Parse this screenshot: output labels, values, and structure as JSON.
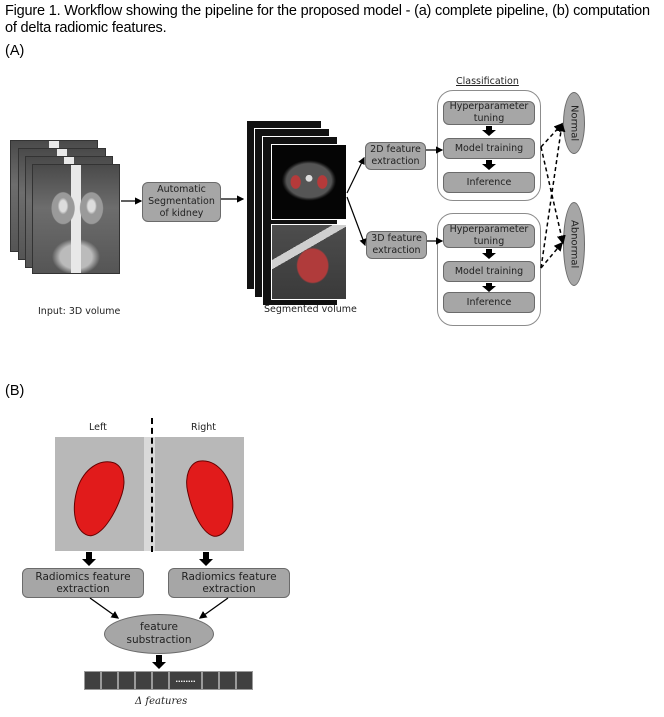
{
  "caption": "Figure 1. Workflow showing the pipeline for the proposed model - (a) complete pipeline, (b) computation of delta radiomic features.",
  "panel_a": {
    "label": "(A)",
    "input_label": "Input: 3D volume",
    "segmentation_box": "Automatic Segmentation of kidney",
    "segmented_label": "Segmented volume",
    "feature_2d": "2D feature extraction",
    "feature_3d": "3D feature extraction",
    "classification_title": "Classification",
    "pipeline_steps": [
      "Hyperparameter tuning",
      "Model training",
      "Inference"
    ],
    "outputs": [
      "Normal",
      "Abnormal"
    ]
  },
  "panel_b": {
    "label": "(B)",
    "left_label": "Left",
    "right_label": "Right",
    "extraction_left": "Radiomics feature extraction",
    "extraction_right": "Radiomics feature extraction",
    "subtraction": "feature substraction",
    "ellipsis": "........",
    "delta_label": "Δ features"
  },
  "colors": {
    "box_fill": "#a6a6a6",
    "box_border": "#6b6b6b",
    "segmentation_red": "#e11b1b",
    "feature_cell": "#404040"
  }
}
